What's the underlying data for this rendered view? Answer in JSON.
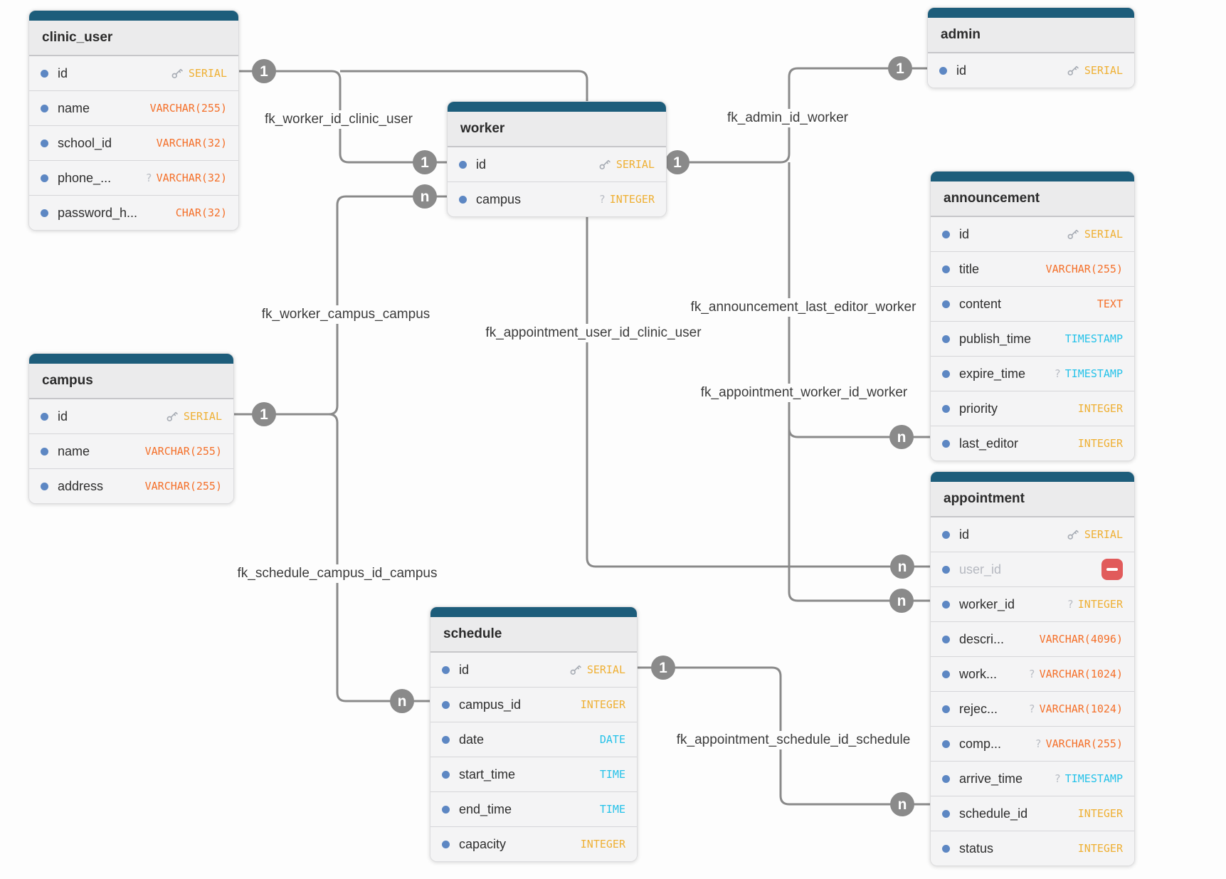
{
  "icons": {
    "nullable_marker": "?"
  },
  "colors": {
    "table_header_bar": "#1d5d7b",
    "type_numeric": "#efb034",
    "type_string": "#f4702a",
    "type_datetime": "#25c2e9",
    "wire_gray": "#8a8a8a",
    "delete_red": "#e15b5b",
    "field_dot_blue": "#5d87c3"
  },
  "tables": [
    {
      "name": "clinic_user",
      "fields": [
        {
          "name": "id",
          "type": "SERIAL",
          "primary_key": true
        },
        {
          "name": "name",
          "type": "VARCHAR(255)"
        },
        {
          "name": "school_id",
          "type": "VARCHAR(32)"
        },
        {
          "name": "phone_...",
          "type": "VARCHAR(32)",
          "nullable": true
        },
        {
          "name": "password_h...",
          "type": "CHAR(32)"
        }
      ]
    },
    {
      "name": "worker",
      "fields": [
        {
          "name": "id",
          "type": "SERIAL",
          "primary_key": true
        },
        {
          "name": "campus",
          "type": "INTEGER",
          "nullable": true
        }
      ]
    },
    {
      "name": "admin",
      "fields": [
        {
          "name": "id",
          "type": "SERIAL",
          "primary_key": true
        }
      ]
    },
    {
      "name": "announcement",
      "fields": [
        {
          "name": "id",
          "type": "SERIAL",
          "primary_key": true
        },
        {
          "name": "title",
          "type": "VARCHAR(255)"
        },
        {
          "name": "content",
          "type": "TEXT"
        },
        {
          "name": "publish_time",
          "type": "TIMESTAMP"
        },
        {
          "name": "expire_time",
          "type": "TIMESTAMP",
          "nullable": true
        },
        {
          "name": "priority",
          "type": "INTEGER"
        },
        {
          "name": "last_editor",
          "type": "INTEGER"
        }
      ]
    },
    {
      "name": "campus",
      "fields": [
        {
          "name": "id",
          "type": "SERIAL",
          "primary_key": true
        },
        {
          "name": "name",
          "type": "VARCHAR(255)"
        },
        {
          "name": "address",
          "type": "VARCHAR(255)"
        }
      ]
    },
    {
      "name": "schedule",
      "fields": [
        {
          "name": "id",
          "type": "SERIAL",
          "primary_key": true
        },
        {
          "name": "campus_id",
          "type": "INTEGER"
        },
        {
          "name": "date",
          "type": "DATE"
        },
        {
          "name": "start_time",
          "type": "TIME"
        },
        {
          "name": "end_time",
          "type": "TIME"
        },
        {
          "name": "capacity",
          "type": "INTEGER"
        }
      ]
    },
    {
      "name": "appointment",
      "fields": [
        {
          "name": "id",
          "type": "SERIAL",
          "primary_key": true
        },
        {
          "name": "user_id",
          "type": "",
          "deleted_marker": true
        },
        {
          "name": "worker_id",
          "type": "INTEGER",
          "nullable": true
        },
        {
          "name": "descri...",
          "type": "VARCHAR(4096)"
        },
        {
          "name": "work...",
          "type": "VARCHAR(1024)",
          "nullable": true
        },
        {
          "name": "rejec...",
          "type": "VARCHAR(1024)",
          "nullable": true
        },
        {
          "name": "comp...",
          "type": "VARCHAR(255)",
          "nullable": true
        },
        {
          "name": "arrive_time",
          "type": "TIMESTAMP",
          "nullable": true
        },
        {
          "name": "schedule_id",
          "type": "INTEGER"
        },
        {
          "name": "status",
          "type": "INTEGER"
        }
      ]
    }
  ],
  "relationships": [
    {
      "label": "fk_worker_id_clinic_user",
      "from": "1",
      "to": "1"
    },
    {
      "label": "fk_admin_id_worker",
      "from": "1",
      "to": "1"
    },
    {
      "label": "fk_worker_campus_campus",
      "from": "n",
      "to": "1"
    },
    {
      "label": "fk_appointment_user_id_clinic_user",
      "from": "1",
      "to": "n"
    },
    {
      "label": "fk_announcement_last_editor_worker",
      "from": "1",
      "to": "n"
    },
    {
      "label": "fk_appointment_worker_id_worker",
      "from": "1",
      "to": "n"
    },
    {
      "label": "fk_schedule_campus_id_campus",
      "from": "1",
      "to": "n"
    },
    {
      "label": "fk_appointment_schedule_id_schedule",
      "from": "1",
      "to": "n"
    }
  ]
}
